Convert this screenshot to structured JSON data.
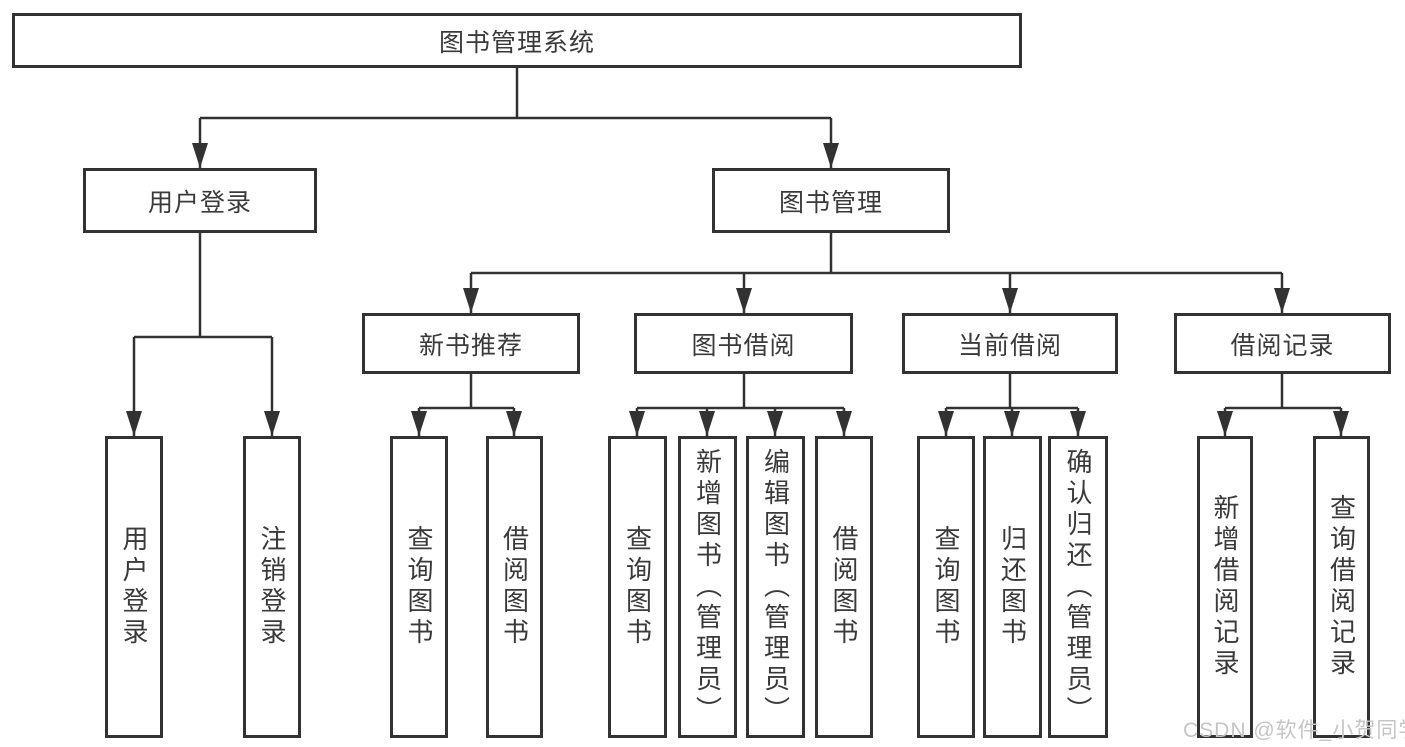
{
  "style": {
    "line_color": "#323232",
    "box_border_color": "#323232",
    "text_color": "#3a3a3a",
    "background_color": "#ffffff",
    "watermark_color": "#c5c5c5"
  },
  "watermark": {
    "text": "CSDN @软件_小贺同学"
  },
  "tree": {
    "label": "图书管理系统",
    "children": [
      {
        "label": "用户登录",
        "children": [
          {
            "label": "用户登录"
          },
          {
            "label": "注销登录"
          }
        ]
      },
      {
        "label": "图书管理",
        "children": [
          {
            "label": "新书推荐",
            "children": [
              {
                "label": "查询图书"
              },
              {
                "label": "借阅图书"
              }
            ]
          },
          {
            "label": "图书借阅",
            "children": [
              {
                "label": "查询图书"
              },
              {
                "label": "新增图书（管理员）"
              },
              {
                "label": "编辑图书（管理员）"
              },
              {
                "label": "借阅图书"
              }
            ]
          },
          {
            "label": "当前借阅",
            "children": [
              {
                "label": "查询图书"
              },
              {
                "label": "归还图书"
              },
              {
                "label": "确认归还（管理员）"
              }
            ]
          },
          {
            "label": "借阅记录",
            "children": [
              {
                "label": "新增借阅记录"
              },
              {
                "label": "查询借阅记录"
              }
            ]
          }
        ]
      }
    ]
  }
}
